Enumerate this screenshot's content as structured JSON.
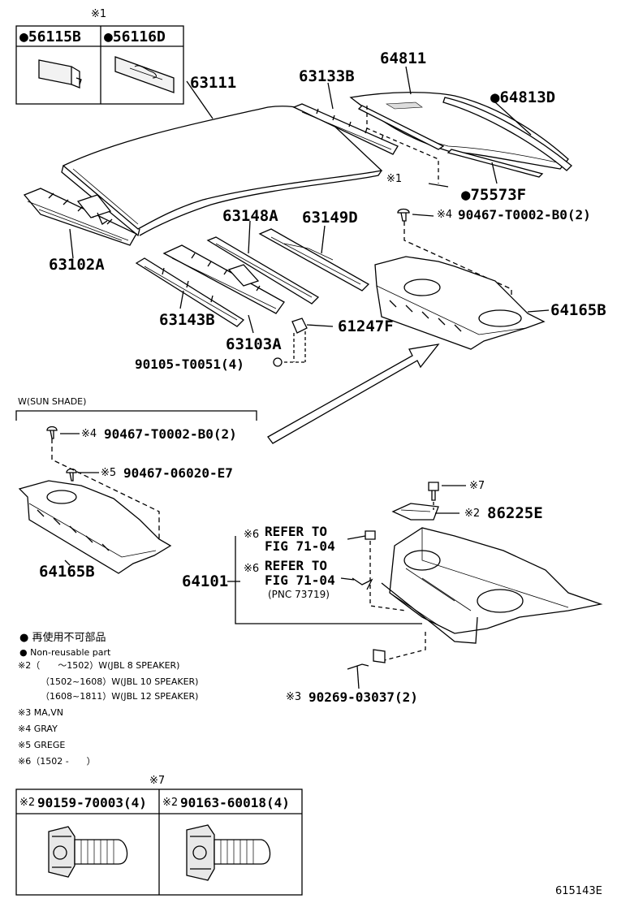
{
  "top_box": {
    "header_mark": "※1",
    "left_part": "●56115B",
    "right_part": "●56116D"
  },
  "parts": {
    "roof_panel": "63111",
    "rail_63133b": "63133B",
    "back_window_64811": "64811",
    "molding_64813d": "●64813D",
    "ref_mark_1": "※1",
    "seal_75573f": "●75573F",
    "clip_90467": "90467-T0002-B0(2)",
    "clip_90467_mark": "※4",
    "front_header": "63102A",
    "reinf_63148a": "63148A",
    "reinf_63149d": "63149D",
    "bow_63143b": "63143B",
    "rear_header": "63103A",
    "bracket_61247f": "61247F",
    "screw_90105": "90105-T0051(4)",
    "shelf_trim_64165b": "64165B"
  },
  "sunshade_section": {
    "title": "W(SUN SHADE)",
    "clip_a_mark": "※4",
    "clip_a": "90467-T0002-B0(2)",
    "clip_b_mark": "※5",
    "clip_b": "90467-06020-E7",
    "trim": "64165B"
  },
  "lower_section": {
    "bolt_mark": "※7",
    "speaker_cover_mark": "※2",
    "speaker_cover": "86225E",
    "refer1_mark": "※6",
    "refer1_line1": "REFER TO",
    "refer1_line2": "FIG 71-04",
    "refer2_mark": "※6",
    "refer2_line1": "REFER TO",
    "refer2_line2": "FIG 71-04",
    "refer2_line3": "(PNC 73719)",
    "panel_64101": "64101",
    "clip_90269_mark": "※3",
    "clip_90269": "90269-03037(2)"
  },
  "legend": {
    "line1": "● 再使用不可部品",
    "line2": "● Non-reusable part",
    "line3": "※2（　　～1502）W(JBL 8 SPEAKER)",
    "line4": "（1502~1608）W(JBL 10 SPEAKER)",
    "line5": "（1608~1811）W(JBL 12 SPEAKER)",
    "line6": "※3 MA,VN",
    "line7": "※4 GRAY",
    "line8": "※5 GREGE",
    "line9": "※6（1502 -　　）"
  },
  "bottom_box": {
    "header_mark": "※7",
    "left_mark": "※2",
    "left_part": "90159-70003(4)",
    "right_mark": "※2",
    "right_part": "90163-60018(4)"
  },
  "figure_id": "615143E"
}
